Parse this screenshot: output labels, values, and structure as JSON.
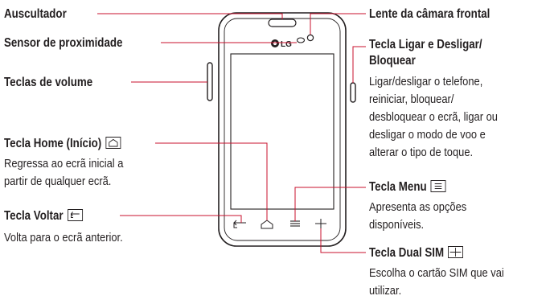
{
  "labels": {
    "earpiece": "Auscultador",
    "proximity": "Sensor de proximidade",
    "volume": "Teclas de volume",
    "home_title": "Tecla Home (Início)",
    "home_desc_1": "Regressa ao ecrã inicial a",
    "home_desc_2": "partir de qualquer ecrã.",
    "back_title": "Tecla Voltar",
    "back_desc": "Volta para o ecrã anterior.",
    "front_camera": "Lente da câmara frontal",
    "power_title_1": "Tecla Ligar e Desligar/",
    "power_title_2": "Bloquear",
    "power_desc_1": "Ligar/desligar o telefone,",
    "power_desc_2": "reiniciar, bloquear/",
    "power_desc_3": "desbloquear o ecrã, ligar ou",
    "power_desc_4": "desligar o modo de voo e",
    "power_desc_5": "alterar o tipo de toque.",
    "menu_title": "Tecla Menu",
    "menu_desc_1": "Apresenta as opções",
    "menu_desc_2": "disponíveis.",
    "dualsim_title": "Tecla Dual SIM",
    "dualsim_desc_1": "Escolha o cartão SIM que vai",
    "dualsim_desc_2": "utilizar."
  },
  "phone": {
    "brand": "LG"
  },
  "icons": {
    "home": "home-icon",
    "back": "back-icon",
    "menu": "menu-icon",
    "dual_sim": "dual-sim-icon"
  },
  "colors": {
    "leader_line": "#c8102e",
    "text": "#231f20",
    "phone_outline": "#231f20"
  }
}
